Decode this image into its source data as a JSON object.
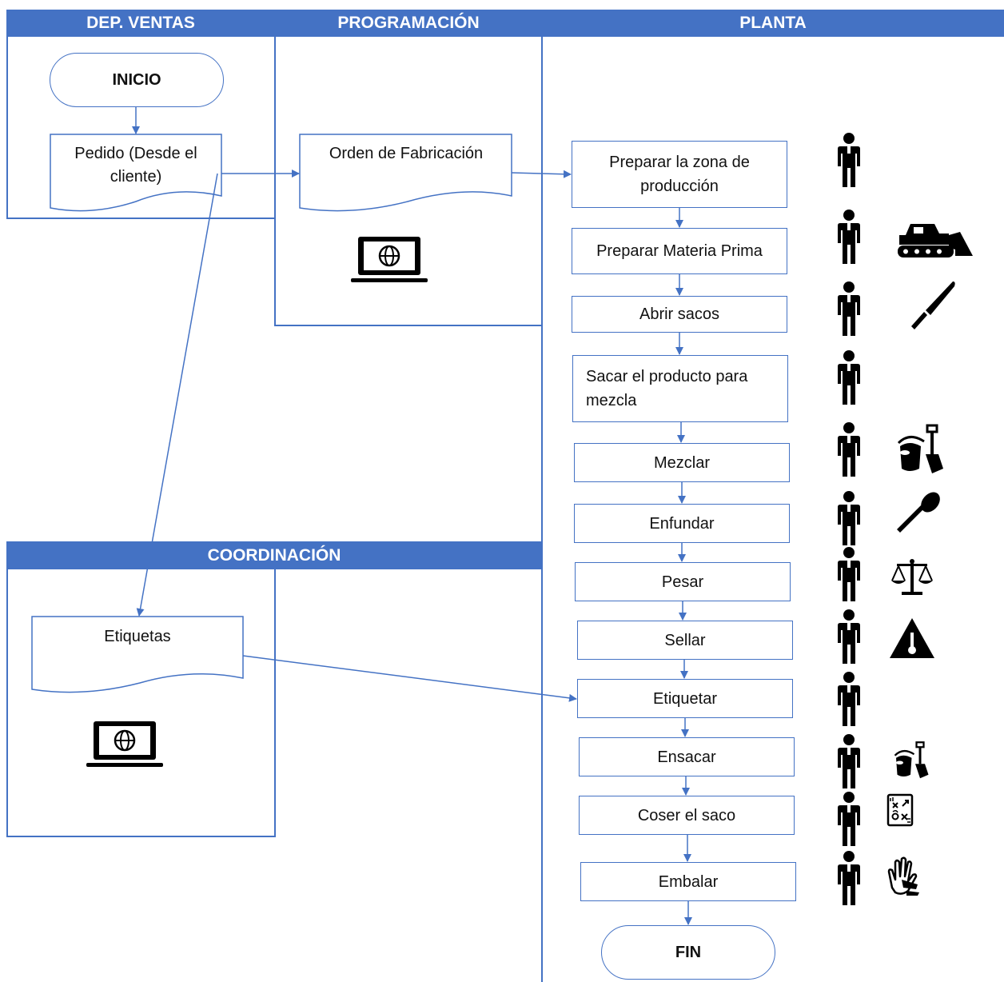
{
  "lanes": {
    "ventas": "DEP. VENTAS",
    "programacion": "PROGRAMACIÓN",
    "planta": "PLANTA",
    "coordinacion": "COORDINACIÓN"
  },
  "nodes": {
    "inicio": "INICIO",
    "pedido": "Pedido (Desde el cliente)",
    "orden": "Orden de Fabricación",
    "etiquetas": "Etiquetas",
    "fin": "FIN",
    "steps": [
      "Preparar la zona de producción",
      "Preparar Materia Prima",
      "Abrir sacos",
      "Sacar el producto para mezcla",
      "Mezclar",
      "Enfundar",
      "Pesar",
      "Sellar",
      "Etiquetar",
      "Ensacar",
      "Coser el saco",
      "Embalar"
    ]
  },
  "icons": {
    "worker": "person-icon",
    "computer": "laptop-globe-icon",
    "tools": [
      "bulldozer-icon",
      "knife-icon",
      "bucket-shovel-icon",
      "spoon-icon",
      "scale-icon",
      "hot-warning-icon",
      "bucket-shovel-icon",
      "strategy-board-icon",
      "sign-language-hands-icon"
    ]
  },
  "colors": {
    "accent": "#4472c4",
    "text": "#111111",
    "icon": "#000000"
  }
}
